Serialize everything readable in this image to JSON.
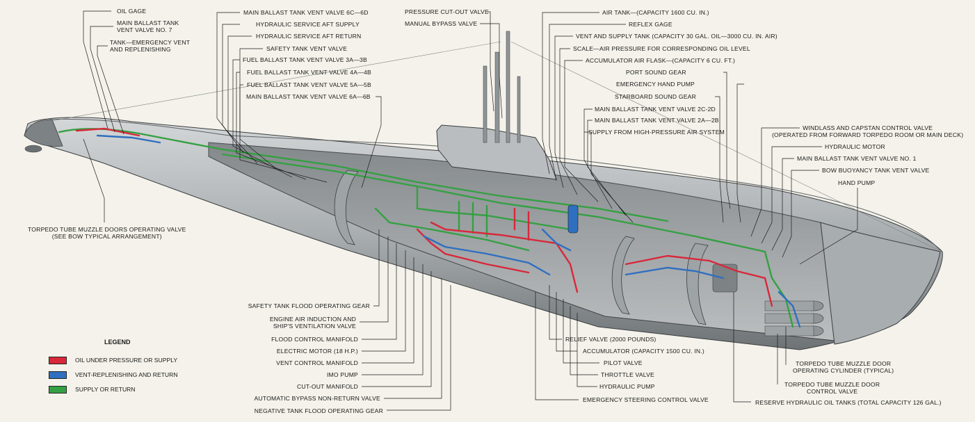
{
  "labels": {
    "oil_gage": "OIL GAGE",
    "mbt_vent_7": "MAIN BALLAST TANK\nVENT VALVE NO. 7",
    "tank_emergency": "TANK—EMERGENCY VENT\nAND REPLENISHING",
    "mbt_6c6d": "MAIN BALLAST TANK VENT VALVE 6C—6D",
    "hyd_aft_supply": "HYDRAULIC SERVICE AFT SUPPLY",
    "hyd_aft_return": "HYDRAULIC SERVICE AFT RETURN",
    "safety_vent": "SAFETY TANK VENT VALVE",
    "fuel_3a3b": "FUEL BALLAST TANK VENT VALVE 3A—3B",
    "fuel_4a4b": "FUEL BALLAST TANK VENT VALVE 4A—4B",
    "fuel_5a5b": "FUEL BALLAST TANK VENT VALVE 5A—5B",
    "mbt_6a6b": "MAIN BALLAST TANK VENT VALVE 6A—6B",
    "pressure_cutout": "PRESSURE CUT-OUT VALVE",
    "manual_bypass": "MANUAL BYPASS VALVE",
    "air_tank": "AIR TANK—(CAPACITY 1600 CU. IN.)",
    "reflex_gage": "REFLEX GAGE",
    "vent_supply_tank": "VENT AND SUPPLY TANK (CAPACITY 30 GAL. OIL—3000 CU. IN. AIR)",
    "scale_air": "SCALE—AIR PRESSURE FOR CORRESPONDING OIL LEVEL",
    "accumulator_flask": "ACCUMULATOR AIR FLASK—(CAPACITY 6 CU. FT.)",
    "port_sound": "PORT SOUND GEAR",
    "emergency_hand_pump": "EMERGENCY HAND PUMP",
    "starboard_sound": "STARBOARD SOUND GEAR",
    "mbt_2c2d": "MAIN BALLAST TANK VENT VALVE 2C-2D",
    "mbt_2a2b": "MAIN BALLAST TANK VENT VALVE 2A—2B",
    "supply_hp_air": "SUPPLY FROM HIGH-PRESSURE AIR SYSTEM",
    "windlass": "WINDLASS AND CAPSTAN CONTROL VALVE\n(OPERATED FROM FORWARD TORPEDO ROOM OR MAIN DECK)",
    "hyd_motor": "HYDRAULIC MOTOR",
    "mbt_1": "MAIN BALLAST TANK VENT VALVE NO. 1",
    "bow_buoyancy": "BOW BUOYANCY TANK VENT VALVE",
    "hand_pump": "HAND PUMP",
    "torpedo_muzzle_op": "TORPEDO TUBE MUZZLE DOORS OPERATING VALVE\n(SEE BOW TYPICAL ARRANGEMENT)",
    "safety_flood": "SAFETY TANK FLOOD OPERATING GEAR",
    "engine_air": "ENGINE AIR INDUCTION AND\nSHIP'S VENTILATION VALVE",
    "flood_control": "FLOOD CONTROL MANIFOLD",
    "electric_motor": "ELECTRIC MOTOR (18 H.P.)",
    "vent_control": "VENT CONTROL MANIFOLD",
    "imo_pump": "IMO PUMP",
    "cutout_manifold": "CUT-OUT MANIFOLD",
    "auto_bypass": "AUTOMATIC BYPASS NON-RETURN VALVE",
    "negative_tank": "NEGATIVE TANK FLOOD OPERATING GEAR",
    "relief_valve": "RELIEF VALVE (2000 POUNDS)",
    "accumulator": "ACCUMULATOR (CAPACITY 1500 CU. IN.)",
    "pilot_valve": "PILOT VALVE",
    "throttle_valve": "THROTTLE VALVE",
    "hyd_pump": "HYDRAULIC PUMP",
    "emergency_steering": "EMERGENCY STEERING CONTROL VALVE",
    "muzzle_cyl": "TORPEDO TUBE MUZZLE DOOR\nOPERATING CYLINDER (TYPICAL)",
    "muzzle_ctrl": "TORPEDO TUBE MUZZLE DOOR\nCONTROL VALVE",
    "reserve_tanks": "RESERVE HYDRAULIC OIL TANKS (TOTAL CAPACITY 126 GAL.)"
  },
  "legend": {
    "title": "LEGEND",
    "items": [
      {
        "label": "OIL UNDER PRESSURE OR SUPPLY",
        "color": "#d8283a"
      },
      {
        "label": "VENT-REPLENISHING AND RETURN",
        "color": "#2f6fc0"
      },
      {
        "label": "SUPPLY OR RETURN",
        "color": "#35a043"
      }
    ]
  },
  "colors": {
    "hull": "#8f9497",
    "hull_light": "#c9cccd",
    "background": "#f4f2ea",
    "oil": "#d8283a",
    "vent": "#2f6fc0",
    "supply": "#35a043"
  }
}
